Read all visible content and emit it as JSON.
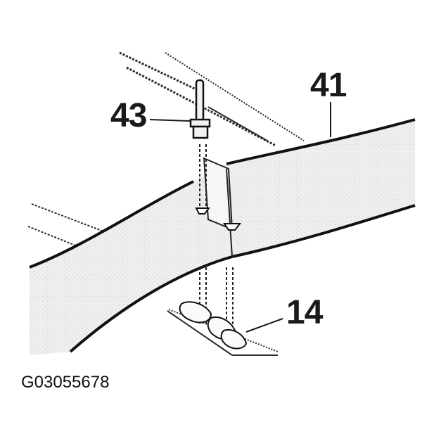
{
  "callouts": {
    "part_41": "41",
    "part_43": "43",
    "part_14": "14"
  },
  "figure_id": "G03055678",
  "colors": {
    "line": "#1a1a1a",
    "fill": "#ededed",
    "background": "#ffffff"
  }
}
